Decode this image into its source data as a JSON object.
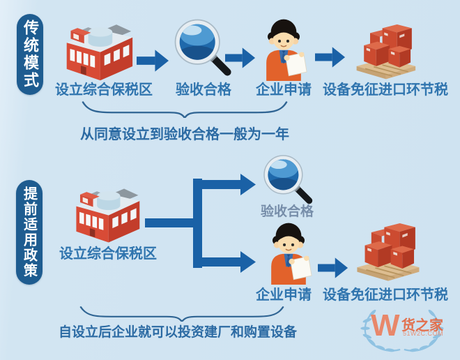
{
  "colors": {
    "background": "#d2e5f2",
    "badge_blue": "#1e5c90",
    "flow_blue": "#1a61a6",
    "label_blue": "#2f74ae",
    "brace_blue": "#2f6493",
    "box_red": "#cc4b30",
    "watermark_orange": "#e2704e",
    "watermark_wreath_blue": "#8fc2e2"
  },
  "sections": {
    "traditional": {
      "badge": "传统模式",
      "steps": [
        {
          "icon": "factory-icon",
          "label": "设立综合保税区"
        },
        {
          "icon": "magnifier-icon",
          "label": "验收合格"
        },
        {
          "icon": "applicant-icon",
          "label": "企业申请"
        },
        {
          "icon": "cargo-boxes-icon",
          "label": "设备免征进口环节税"
        }
      ],
      "note": "从同意设立到验收合格一般为一年"
    },
    "early": {
      "badge": "提前适用政策",
      "source": {
        "icon": "factory-icon",
        "label": "设立综合保税区"
      },
      "branches": [
        {
          "icon": "magnifier-icon",
          "label": "验收合格"
        },
        {
          "icon": "applicant-icon",
          "label": "企业申请"
        }
      ],
      "result": {
        "icon": "cargo-boxes-icon",
        "label": "设备免征进口环节税"
      },
      "note": "自设立后企业就可以投资建厂和购置设备"
    }
  },
  "watermark": {
    "letter": "W",
    "name": "货之家",
    "domain": "51W2C.COM"
  }
}
